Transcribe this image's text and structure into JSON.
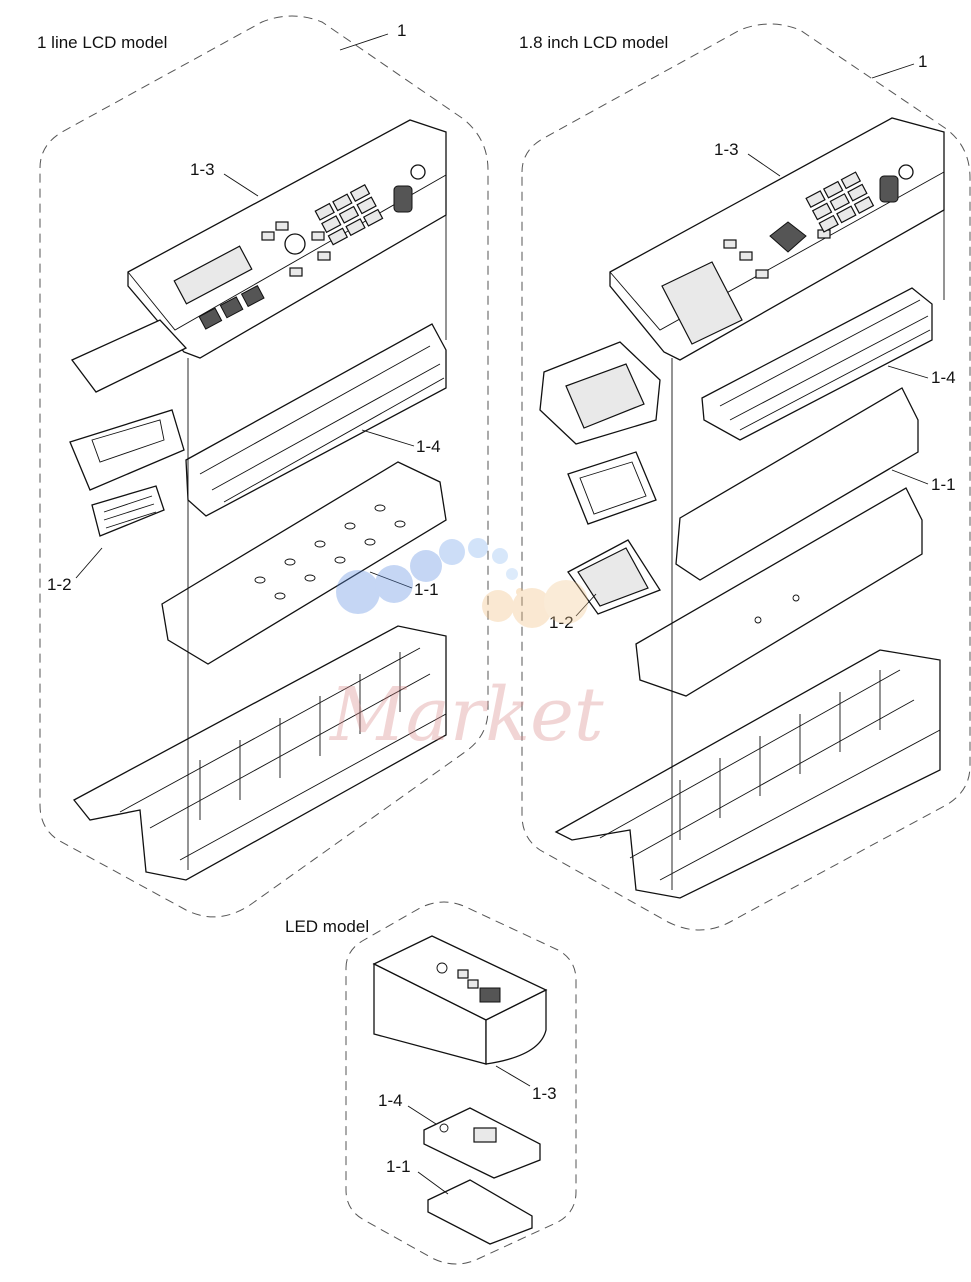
{
  "groups": {
    "one_line_lcd": {
      "title": "1 line LCD model",
      "assembly_ref": "1",
      "parts": {
        "p13": "1-3",
        "p14": "1-4",
        "p11": "1-1",
        "p12": "1-2"
      }
    },
    "lcd_18": {
      "title": "1.8 inch LCD model",
      "assembly_ref": "1",
      "parts": {
        "p13": "1-3",
        "p14": "1-4",
        "p11": "1-1",
        "p12": "1-2"
      }
    },
    "led": {
      "title": "LED model",
      "parts": {
        "p13": "1-3",
        "p14": "1-4",
        "p11": "1-1"
      }
    }
  },
  "watermark": "Market"
}
